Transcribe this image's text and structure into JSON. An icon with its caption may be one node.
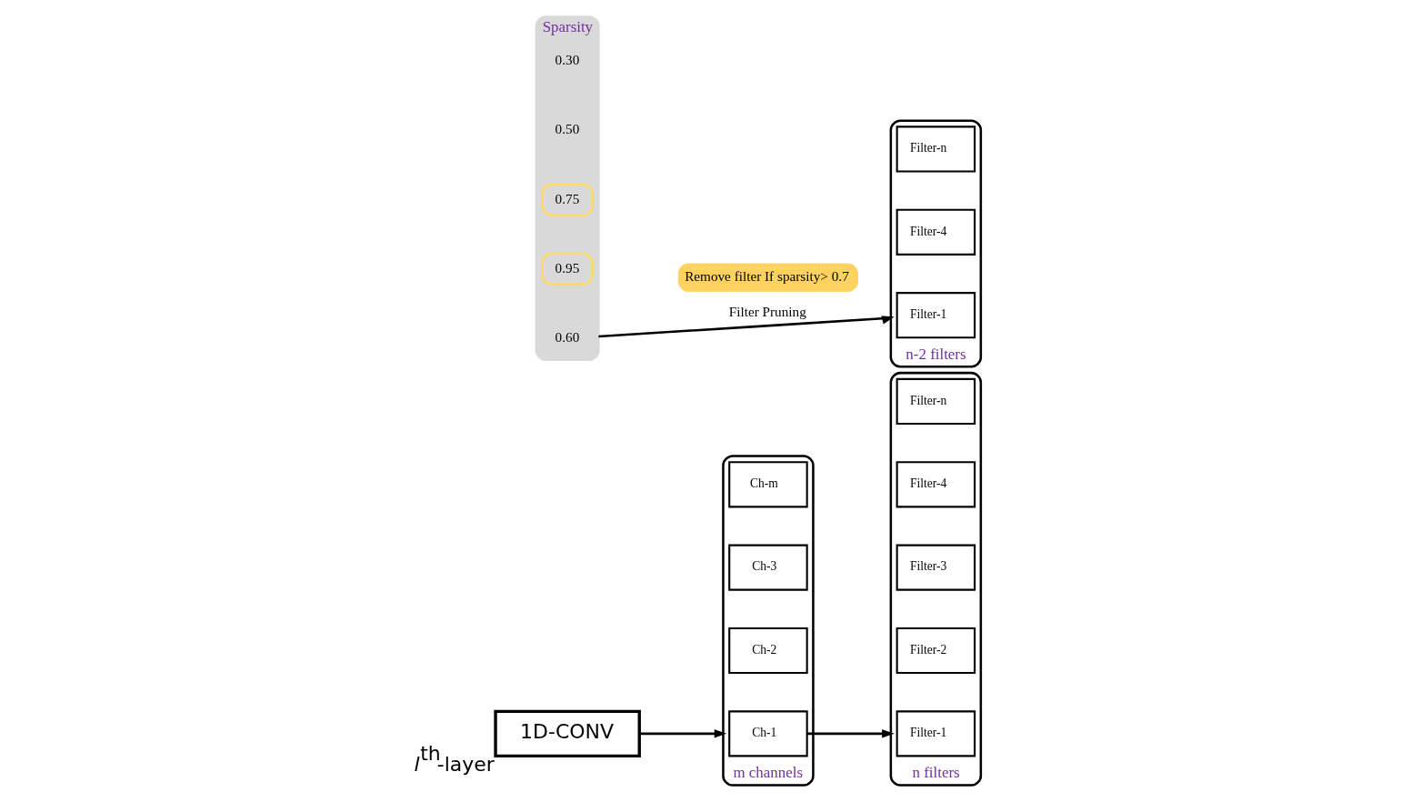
{
  "diagram": {
    "nodes": [
      {
        "text": [
          "1D-CONV"
        ],
        "beside": [
          "*l*$^{th}$-layer"
        ]
      },
      {
        "text": [
          "m channels"
        ]
      },
      {
        "text": [
          "Ch-1"
        ],
        "in": 1
      },
      {
        "text": [
          "Ch-2"
        ],
        "in": 1
      },
      {
        "text": [
          "Ch-3"
        ],
        "in": 1
      },
      {
        "text": [
          "Ch-m"
        ],
        "in": 1
      },
      {
        "text": [
          "n filters"
        ]
      },
      {
        "text": [
          "Filter-1"
        ],
        "in": 6
      },
      {
        "text": [
          "Filter-2"
        ],
        "in": 6
      },
      {
        "text": [
          "Filter-3"
        ],
        "in": 6
      },
      {
        "text": [
          "Filter-4"
        ],
        "in": 6
      },
      {
        "text": [
          "Filter-n"
        ],
        "in": 6
      },
      {
        "text": [
          "Sparsity"
        ]
      },
      {
        "text": [
          "0.60"
        ],
        "in": 12
      },
      {
        "text": [
          "0.95"
        ],
        "in": 12
      },
      {
        "text": [
          "0.75"
        ],
        "in": 12
      },
      {
        "text": [
          "0.50"
        ],
        "in": 12
      },
      {
        "text": [
          "0.30"
        ],
        "in": 12
      },
      {
        "text": [
          "Remove filter If sparsity> 0.7"
        ]
      },
      {
        "text": [
          "n-2 filters"
        ]
      },
      {
        "text": [
          "Filter-1"
        ],
        "in": 19
      },
      {
        "text": [
          "Filter-4"
        ],
        "in": 19
      },
      {
        "text": [
          "Filter-n"
        ],
        "in": 19
      }
    ],
    "edges": [
      {
        "from": 0,
        "to": 1,
        "arrow": "to"
      },
      {
        "from": 2,
        "to": 6,
        "arrow": "to"
      },
      {
        "from": 12,
        "to": 19,
        "arrow": "to",
        "label": "Filter Pruning"
      }
    ]
  }
}
